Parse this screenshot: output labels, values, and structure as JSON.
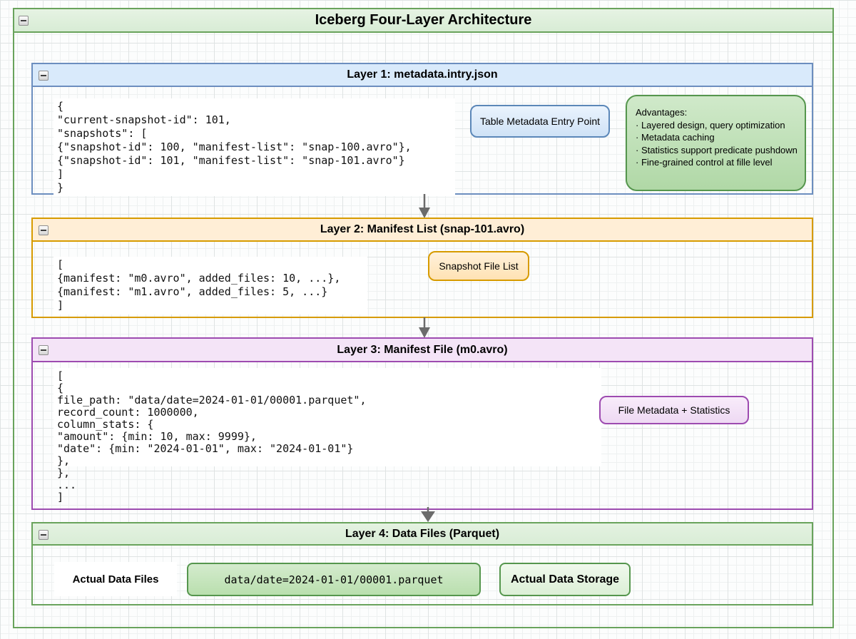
{
  "diagram": {
    "title": "Iceberg Four-Layer Architecture",
    "grid_minor_color": "#eef1f1",
    "grid_major_color": "#dfe3e3",
    "arrow_color": "#6b6b6b"
  },
  "layer1": {
    "title": "Layer 1: metadata.intry.json",
    "accent": "#6c8ebf",
    "code": "{\n\"current-snapshot-id\": 101,\n\"snapshots\": [\n{\"snapshot-id\": 100, \"manifest-list\": \"snap-100.avro\"},\n{\"snapshot-id\": 101, \"manifest-list\": \"snap-101.avro\"}\n]\n}",
    "badge": "Table Metadata Entry Point",
    "advantages": "Advantages:\n· Layered design, query optimization\n· Metadata caching\n· Statistics support predicate pushdown\n· Fine-grained control at fille level",
    "advantages_accent": "#55964d"
  },
  "layer2": {
    "title": "Layer 2: Manifest List (snap-101.avro)",
    "accent": "#d79b00",
    "code": "[\n{manifest: \"m0.avro\", added_files: 10, ...},\n{manifest: \"m1.avro\", added_files: 5, ...}\n]",
    "badge": "Snapshot File List"
  },
  "layer3": {
    "title": "Layer 3: Manifest File (m0.avro)",
    "accent": "#9d4bb0",
    "code": "[\n{\nfile_path: \"data/date=2024-01-01/00001.parquet\",\nrecord_count: 1000000,\ncolumn_stats: {\n\"amount\": {min: 10, max: 9999},\n\"date\": {min: \"2024-01-01\", max: \"2024-01-01\"}\n},\n},\n...\n]",
    "badge": "File Metadata + Statistics"
  },
  "layer4": {
    "title": "Layer 4: Data Files (Parquet)",
    "accent": "#69a35c",
    "label": "Actual Data Files",
    "file_path": "data/date=2024-01-01/00001.parquet",
    "storage": "Actual Data Storage"
  }
}
